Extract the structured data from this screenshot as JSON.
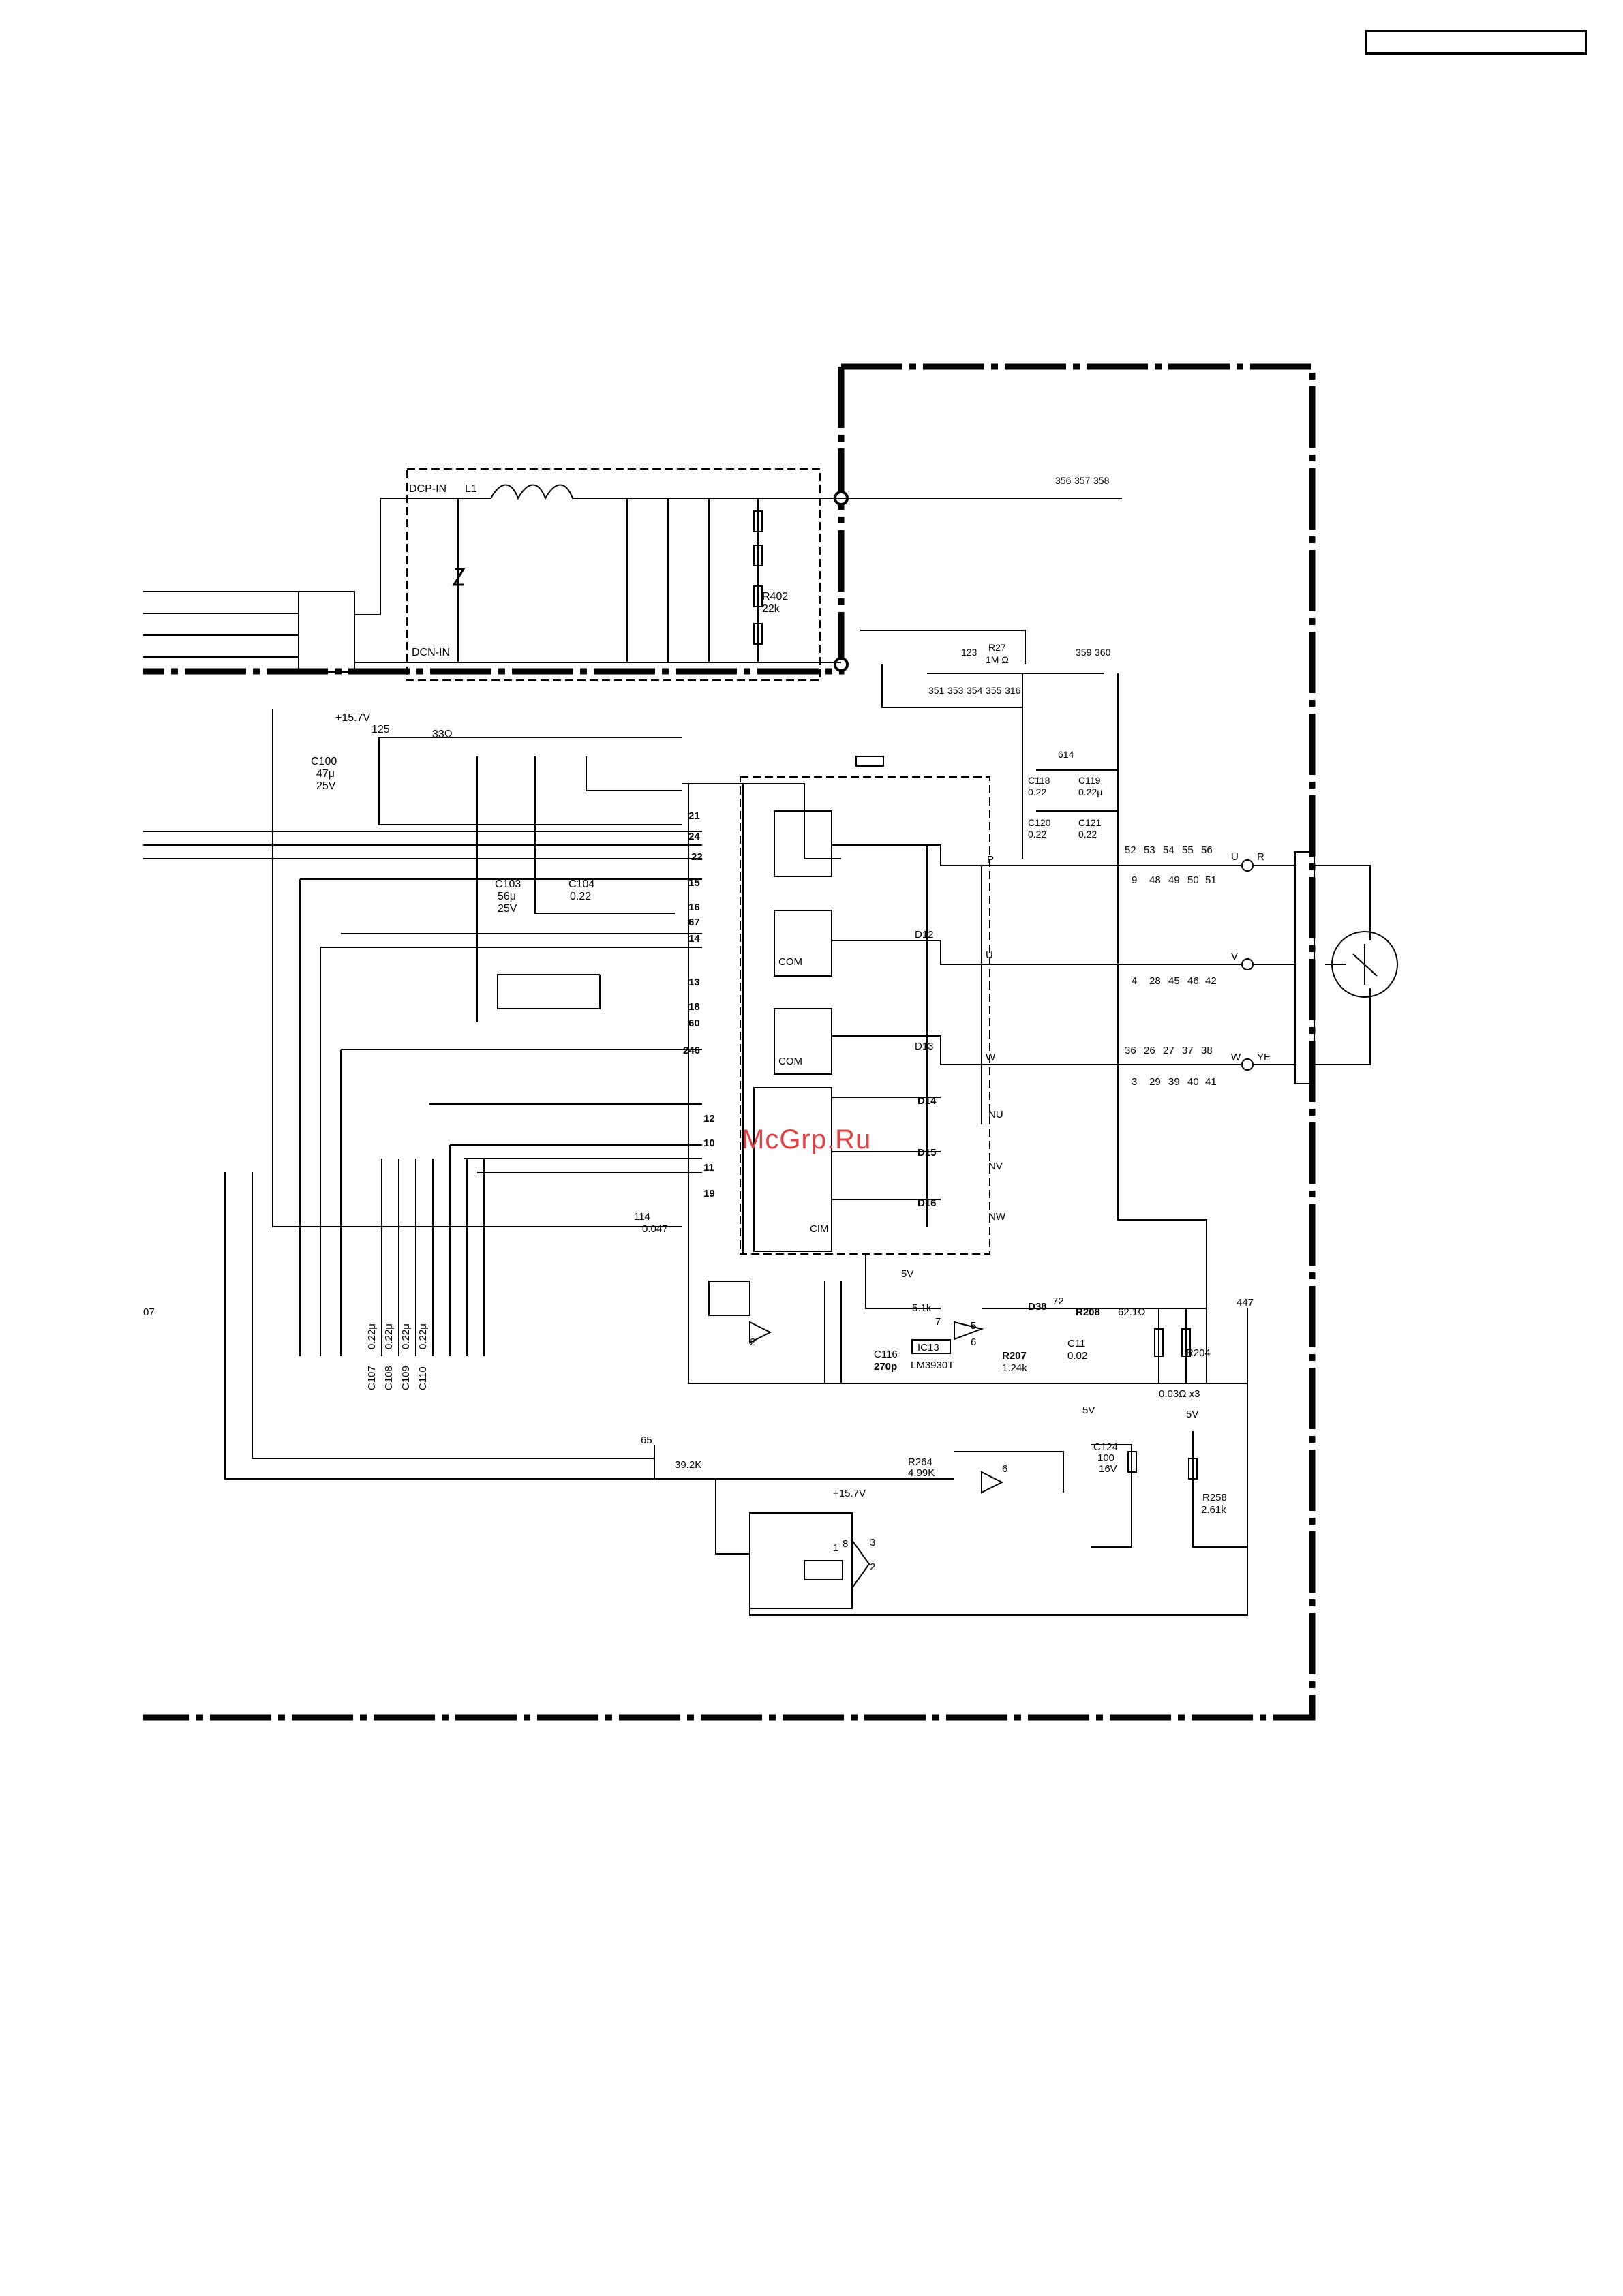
{
  "watermark": "McGrp.Ru",
  "power_in": {
    "dcp": "DCP-IN",
    "dcn": "DCN-IN",
    "l1": "L1",
    "r402": "R402",
    "r402_val": "22k"
  },
  "supply": {
    "v157": "+15.7V",
    "t125": "125",
    "r33": "33Ω"
  },
  "caps": {
    "c100": "C100",
    "c100_v": "47μ",
    "c100_vv": "25V",
    "c103": "C103",
    "c103_v": "56μ",
    "c103_vv": "25V",
    "c104": "C104",
    "c104_v": "0.22",
    "c118": "C118",
    "c118_v": "0.22",
    "c119": "C119",
    "c119_v": "0.22μ",
    "c120": "C120",
    "c120_v": "0.22",
    "c121": "C121",
    "c121_v": "0.22",
    "c114": "114",
    "c114_v": "0.047",
    "c116": "C116",
    "c116_v": "270p",
    "c11": "C11",
    "c11_v": "0.02",
    "c124": "C124",
    "c124_v": "100",
    "c124_vv": "16V",
    "bottom_caps": [
      "C107",
      "C108",
      "C109",
      "C110"
    ],
    "bottom_cap_val": "0.22μ"
  },
  "resistors": {
    "r27": "R27",
    "r27_v": "1M Ω",
    "r207": "R207",
    "r207_v": "1.24k",
    "r208": "R208",
    "r208_v": "62.1Ω",
    "r264": "R264",
    "r264_v": "4.99K",
    "r258": "R258",
    "r258_v": "2.61k",
    "r392": "39.2K",
    "r51": "5.1k",
    "shunt": "0.03Ω x3",
    "r204": "R204"
  },
  "testpoints": {
    "top_row": [
      "356",
      "357",
      "358"
    ],
    "row2": [
      "123",
      "359",
      "360"
    ],
    "row3": [
      "351",
      "353",
      "354",
      "355",
      "316"
    ],
    "tp614": "614",
    "left_col": [
      "21",
      "24",
      "22",
      "15",
      "16",
      "67",
      "14",
      "13",
      "18",
      "60",
      "246",
      "12",
      "10",
      "11",
      "19"
    ],
    "u_top": [
      "52",
      "53",
      "54",
      "55",
      "56"
    ],
    "u_bot": [
      "9",
      "48",
      "49",
      "50",
      "51"
    ],
    "v_bot": [
      "4",
      "28",
      "45",
      "46",
      "42"
    ],
    "w_top": [
      "36",
      "26",
      "27",
      "37",
      "38"
    ],
    "w_bot": [
      "3",
      "29",
      "39",
      "40",
      "41"
    ],
    "tp447": "447",
    "tp65": "65",
    "tp72": "72",
    "tp07": "07"
  },
  "diodes": {
    "d12": "D12",
    "d13": "D13",
    "d14": "D14",
    "d15": "D15",
    "d16": "D16",
    "d38": "D38"
  },
  "ic": {
    "ic13": "IC13",
    "ic13_p": "LM3930T",
    "com": "COM",
    "cim": "CIM"
  },
  "labels": {
    "u": "U",
    "v": "V",
    "w": "W",
    "r": "R",
    "ye": "YE",
    "p": "P",
    "nu": "NU",
    "nv": "NV",
    "nw": "NW",
    "v5": "5V",
    "v5b": "5V",
    "v5c": "5V",
    "v157b": "+15.7V",
    "pin8": "8",
    "pin1": "1",
    "pin3": "3",
    "pin2": "2",
    "pin5": "5",
    "pin6": "6",
    "pin7": "7",
    "pin6b": "6",
    "pin2b": "2"
  }
}
